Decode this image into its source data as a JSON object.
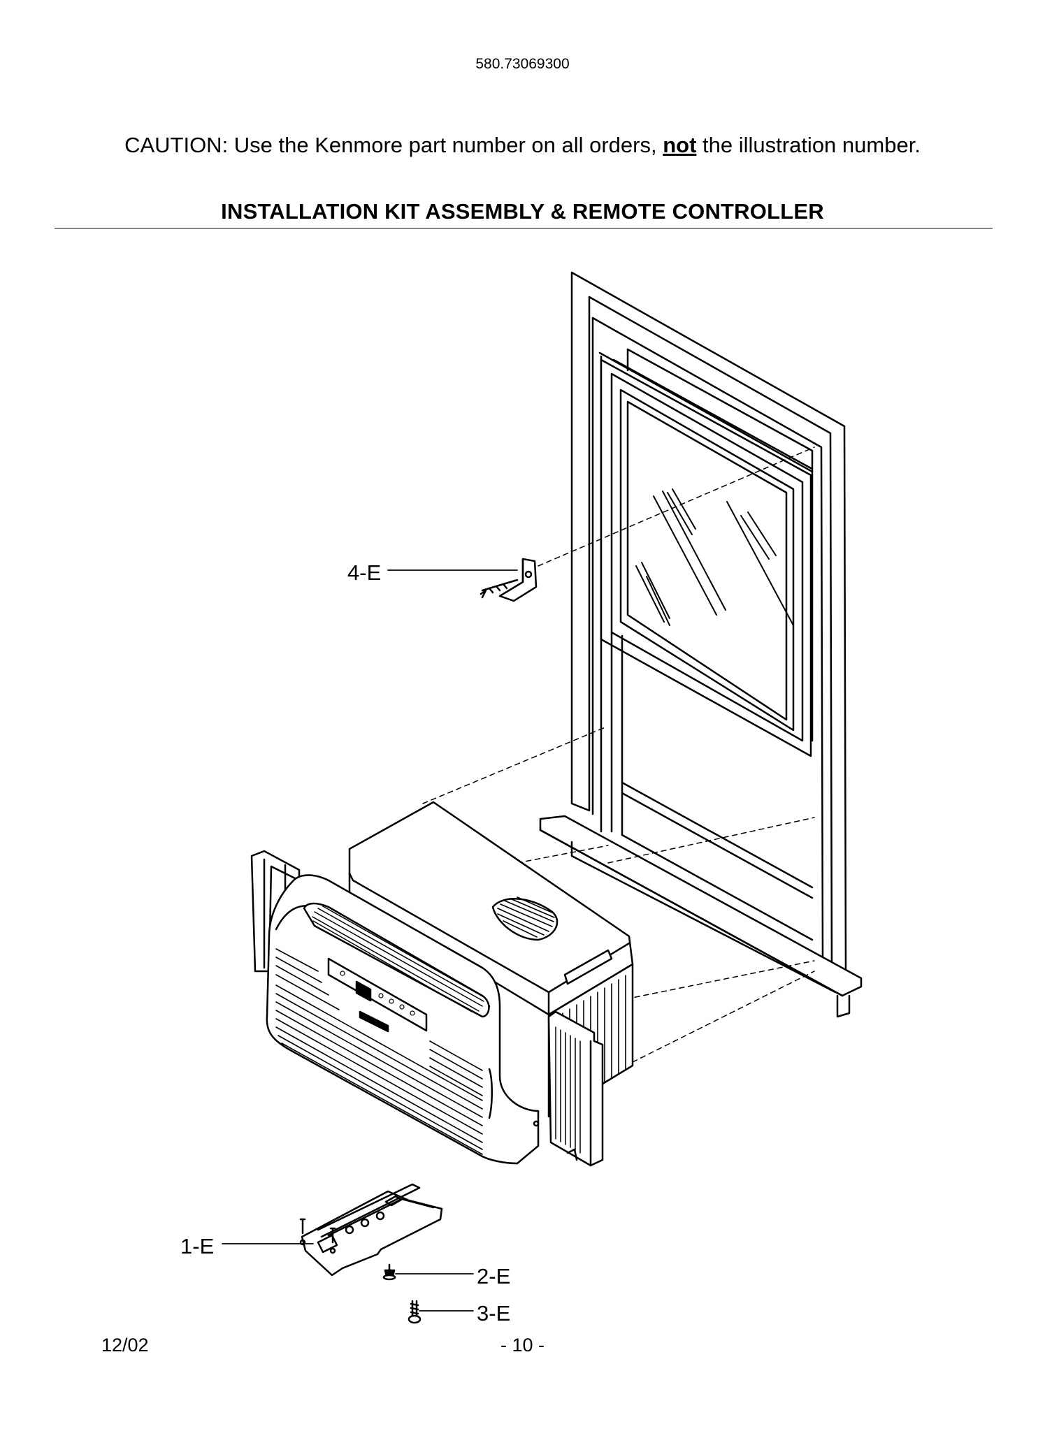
{
  "header": {
    "model_number": "580.73069300",
    "caution_prefix": "CAUTION: Use the Kenmore part number on all orders, ",
    "caution_emphasis": "not",
    "caution_suffix": " the illustration number.",
    "section_title": "INSTALLATION KIT ASSEMBLY & REMOTE CONTROLLER"
  },
  "callouts": {
    "part_4e": "4-E",
    "part_1e": "1-E",
    "part_2e": "2-E",
    "part_3e": "3-E"
  },
  "footer": {
    "date": "12/02",
    "page": "- 10 -"
  }
}
